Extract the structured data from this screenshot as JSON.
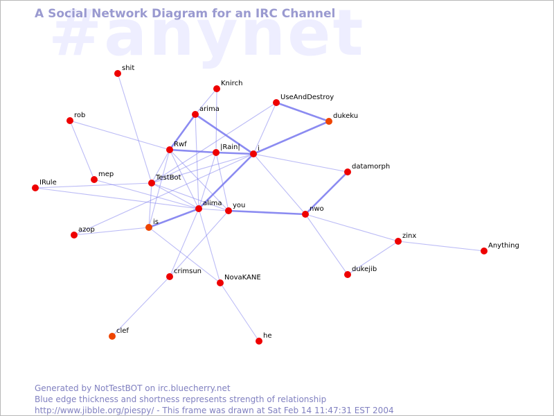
{
  "watermark": "#anynet",
  "title": "A Social Network Diagram for an IRC Channel",
  "colors": {
    "node_red": "#ee0000",
    "node_orange": "#ee4400",
    "edge": "#7777ee",
    "label": "#000000"
  },
  "nodes": [
    {
      "id": "shit",
      "label": "shit",
      "color": "red"
    },
    {
      "id": "Knirch",
      "label": "Knirch",
      "color": "red"
    },
    {
      "id": "UseAndDestroy",
      "label": "UseAndDestroy",
      "color": "red"
    },
    {
      "id": "dukeku",
      "label": "dukeku",
      "color": "orange"
    },
    {
      "id": "rob",
      "label": "rob",
      "color": "red"
    },
    {
      "id": "arima",
      "label": "arima",
      "color": "red"
    },
    {
      "id": "Rwf",
      "label": "Rwf",
      "color": "red"
    },
    {
      "id": "IRainI",
      "label": "|Rain|",
      "color": "red"
    },
    {
      "id": "i",
      "label": "i",
      "color": "red"
    },
    {
      "id": "datamorph",
      "label": "datamorph",
      "color": "red"
    },
    {
      "id": "mep",
      "label": "mep",
      "color": "red"
    },
    {
      "id": "TestBot",
      "label": "TestBot",
      "color": "red"
    },
    {
      "id": "IRule",
      "label": "IRule",
      "color": "red"
    },
    {
      "id": "alima",
      "label": "alima",
      "color": "red"
    },
    {
      "id": "you",
      "label": "you",
      "color": "red"
    },
    {
      "id": "nwo",
      "label": "nwo",
      "color": "red"
    },
    {
      "id": "azop",
      "label": "azop",
      "color": "red"
    },
    {
      "id": "is",
      "label": "is",
      "color": "orange"
    },
    {
      "id": "zinx",
      "label": "zinx",
      "color": "red"
    },
    {
      "id": "Anything",
      "label": "Anything",
      "color": "red"
    },
    {
      "id": "dukejib",
      "label": "dukejib",
      "color": "red"
    },
    {
      "id": "crimsun",
      "label": "crimsun",
      "color": "red"
    },
    {
      "id": "NovaKANE",
      "label": "NovaKANE",
      "color": "red"
    },
    {
      "id": "clef",
      "label": "clef",
      "color": "orange"
    },
    {
      "id": "he",
      "label": "he",
      "color": "red"
    }
  ],
  "edges": [
    {
      "source": "shit",
      "target": "TestBot",
      "weight": 1
    },
    {
      "source": "rob",
      "target": "Rwf",
      "weight": 1
    },
    {
      "source": "rob",
      "target": "mep",
      "weight": 1
    },
    {
      "source": "Knirch",
      "target": "arima",
      "weight": 1
    },
    {
      "source": "Knirch",
      "target": "IRainI",
      "weight": 1
    },
    {
      "source": "arima",
      "target": "Rwf",
      "weight": 2
    },
    {
      "source": "arima",
      "target": "i",
      "weight": 2
    },
    {
      "source": "arima",
      "target": "alima",
      "weight": 1
    },
    {
      "source": "UseAndDestroy",
      "target": "dukeku",
      "weight": 2
    },
    {
      "source": "UseAndDestroy",
      "target": "i",
      "weight": 1
    },
    {
      "source": "UseAndDestroy",
      "target": "TestBot",
      "weight": 1
    },
    {
      "source": "i",
      "target": "dukeku",
      "weight": 2
    },
    {
      "source": "Rwf",
      "target": "IRainI",
      "weight": 2
    },
    {
      "source": "IRainI",
      "target": "i",
      "weight": 2
    },
    {
      "source": "Rwf",
      "target": "TestBot",
      "weight": 1
    },
    {
      "source": "Rwf",
      "target": "is",
      "weight": 1
    },
    {
      "source": "Rwf",
      "target": "you",
      "weight": 1
    },
    {
      "source": "Rwf",
      "target": "alima",
      "weight": 1
    },
    {
      "source": "IRainI",
      "target": "alima",
      "weight": 1
    },
    {
      "source": "IRainI",
      "target": "you",
      "weight": 1
    },
    {
      "source": "IRainI",
      "target": "TestBot",
      "weight": 1
    },
    {
      "source": "i",
      "target": "alima",
      "weight": 2
    },
    {
      "source": "i",
      "target": "TestBot",
      "weight": 1
    },
    {
      "source": "i",
      "target": "nwo",
      "weight": 1
    },
    {
      "source": "i",
      "target": "datamorph",
      "weight": 1
    },
    {
      "source": "i",
      "target": "azop",
      "weight": 1
    },
    {
      "source": "datamorph",
      "target": "nwo",
      "weight": 2
    },
    {
      "source": "mep",
      "target": "alima",
      "weight": 1
    },
    {
      "source": "IRule",
      "target": "TestBot",
      "weight": 1
    },
    {
      "source": "IRule",
      "target": "alima",
      "weight": 1
    },
    {
      "source": "TestBot",
      "target": "alima",
      "weight": 1
    },
    {
      "source": "TestBot",
      "target": "you",
      "weight": 1
    },
    {
      "source": "TestBot",
      "target": "is",
      "weight": 1
    },
    {
      "source": "alima",
      "target": "is",
      "weight": 2
    },
    {
      "source": "alima",
      "target": "you",
      "weight": 1
    },
    {
      "source": "alima",
      "target": "crimsun",
      "weight": 1
    },
    {
      "source": "alima",
      "target": "NovaKANE",
      "weight": 1
    },
    {
      "source": "you",
      "target": "nwo",
      "weight": 2
    },
    {
      "source": "you",
      "target": "crimsun",
      "weight": 1
    },
    {
      "source": "nwo",
      "target": "zinx",
      "weight": 1
    },
    {
      "source": "nwo",
      "target": "dukejib",
      "weight": 1
    },
    {
      "source": "zinx",
      "target": "Anything",
      "weight": 1
    },
    {
      "source": "zinx",
      "target": "dukejib",
      "weight": 1
    },
    {
      "source": "azop",
      "target": "is",
      "weight": 1
    },
    {
      "source": "is",
      "target": "NovaKANE",
      "weight": 1
    },
    {
      "source": "crimsun",
      "target": "clef",
      "weight": 1
    },
    {
      "source": "NovaKANE",
      "target": "he",
      "weight": 1
    }
  ],
  "footer": {
    "line1": "Generated by NotTestBOT on irc.bluecherry.net",
    "line2": "Blue edge thickness and shortness represents strength of relationship",
    "line3": "http://www.jibble.org/piespy/ - This frame was drawn at Sat Feb 14 11:47:31 EST 2004"
  }
}
